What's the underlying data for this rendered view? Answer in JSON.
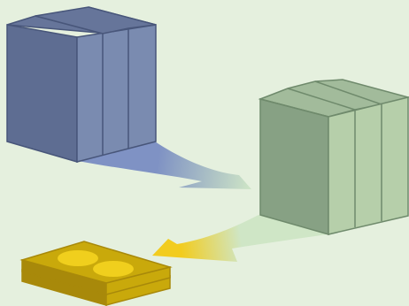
{
  "colors": {
    "background": "#e5f0de",
    "blue_front": "#5e6d92",
    "blue_side": "#7a8bb0",
    "blue_top": "#66759a",
    "blue_edge": "#48567a",
    "green_front": "#87a184",
    "green_side": "#b6cfaa",
    "green_top": "#a2bb9b",
    "green_edge": "#6f8a6c",
    "arrow_light": "#cfe6c6",
    "arrow_blue": "#7f92c4",
    "arrow_yellow": "#f2cc1e",
    "disc_base": "#c9a90b",
    "disc_dark": "#a8890a",
    "disc_spot": "#f0cf1d"
  },
  "diagram": {
    "nodes": [
      {
        "id": "blue-server-stack",
        "icon": "server-stack-icon"
      },
      {
        "id": "green-server-stack",
        "icon": "server-stack-icon"
      },
      {
        "id": "gold-media-tray",
        "icon": "media-tray-icon"
      }
    ],
    "edges": [
      {
        "from": "blue-server-stack",
        "to": "green-server-stack"
      },
      {
        "from": "green-server-stack",
        "to": "gold-media-tray"
      }
    ]
  }
}
